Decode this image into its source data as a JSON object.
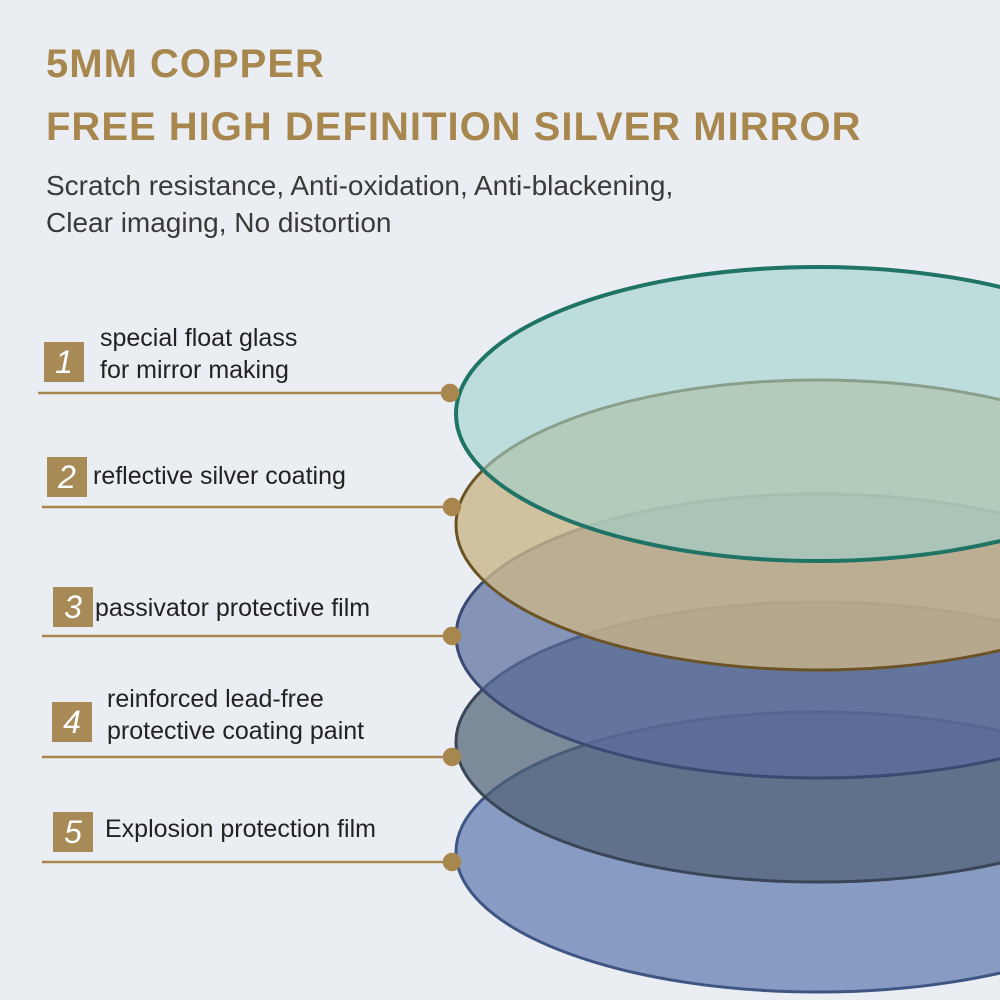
{
  "header": {
    "title_line1": "5MM COPPER",
    "title_line2": "FREE HIGH DEFINITION SILVER MIRROR",
    "subtitle_line1": "Scratch resistance, Anti-oxidation, Anti-blackening,",
    "subtitle_line2": "Clear imaging, No distortion"
  },
  "layers": [
    {
      "number": "1",
      "label_line1": "special float glass",
      "label_line2": "for mirror making",
      "color": "#a9d6d3"
    },
    {
      "number": "2",
      "label_line1": "reflective silver coating",
      "label_line2": "",
      "color": "#d2c29a"
    },
    {
      "number": "3",
      "label_line1": "passivator protective film",
      "label_line2": "",
      "color": "#6f80aa"
    },
    {
      "number": "4",
      "label_line1": "reinforced lead-free",
      "label_line2": "protective coating paint",
      "color": "#5f6e80"
    },
    {
      "number": "5",
      "label_line1": "Explosion protection film",
      "label_line2": "",
      "color": "#8396c0"
    }
  ],
  "colors": {
    "accent": "#a88a56",
    "title": "#a8874f",
    "background": "#eaeef2"
  }
}
